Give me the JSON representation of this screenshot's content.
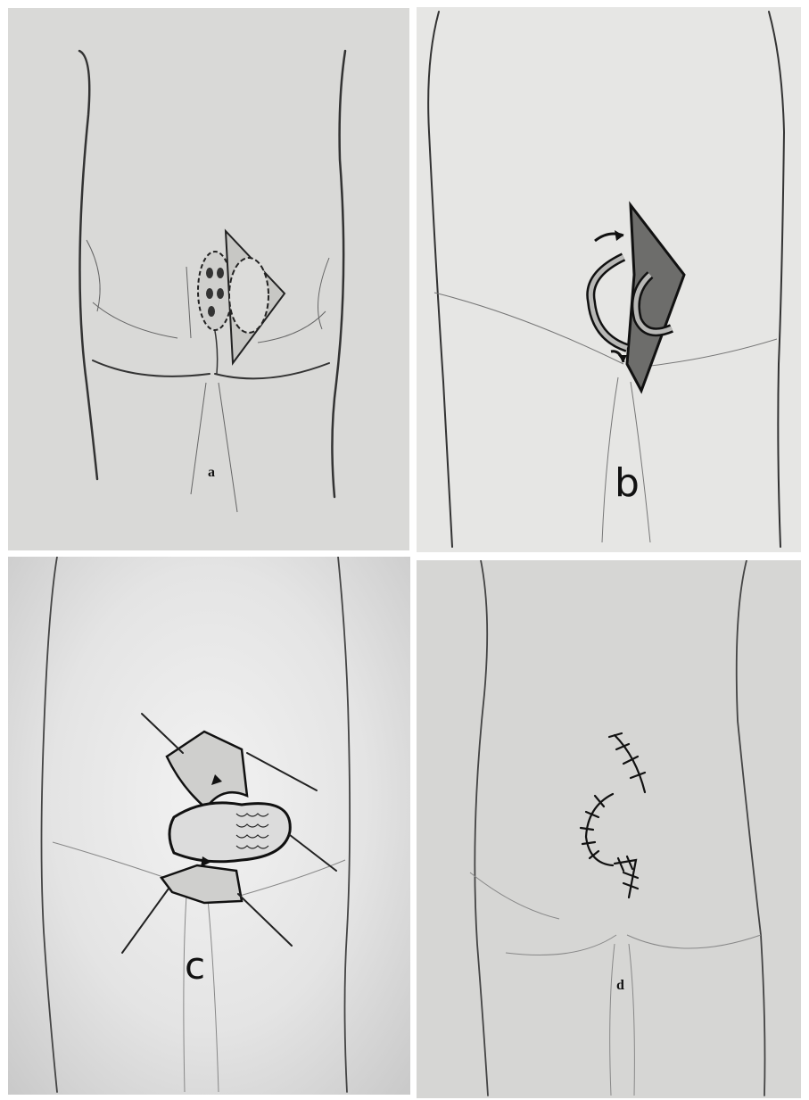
{
  "panels": {
    "a": {
      "label": "a"
    },
    "b": {
      "label": "b"
    },
    "c": {
      "label": "c"
    },
    "d": {
      "label": "d"
    }
  }
}
